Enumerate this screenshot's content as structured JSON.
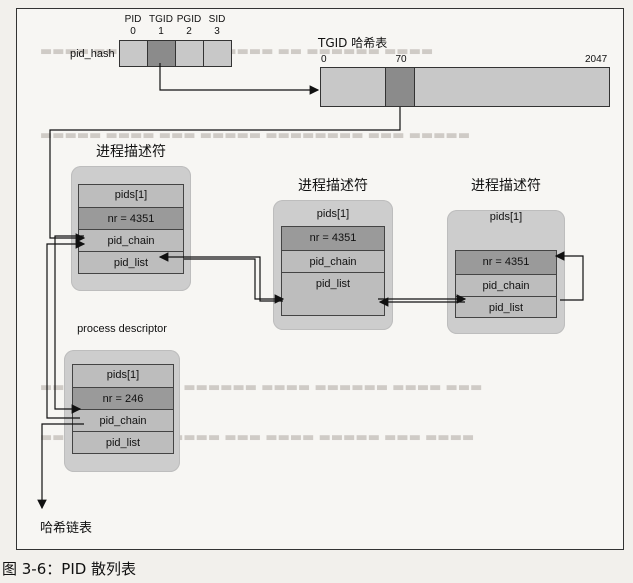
{
  "hash_array": {
    "name": "pid_hash",
    "column_labels": [
      "PID",
      "TGID",
      "PGID",
      "SID"
    ],
    "column_indices": [
      "0",
      "1",
      "2",
      "3"
    ]
  },
  "tgid_table": {
    "title": "TGID 哈希表",
    "index_start": "0",
    "index_mid": "70",
    "index_end": "2047"
  },
  "descriptors": [
    {
      "title": "进程描述符",
      "pids": "pids[1]",
      "nr": "nr = 4351",
      "chain": "pid_chain",
      "list": "pid_list"
    },
    {
      "title": "进程描述符",
      "pids": "pids[1]",
      "nr": "nr = 4351",
      "chain": "pid_chain",
      "list": "pid_list"
    },
    {
      "title": "进程描述符",
      "pids": "pids[1]",
      "nr": "nr = 4351",
      "chain": "pid_chain",
      "list": "pid_list"
    },
    {
      "title": "process descriptor",
      "pids": "pids[1]",
      "nr": "nr = 246",
      "chain": "pid_chain",
      "list": "pid_list"
    }
  ],
  "hash_chain_label": "哈希链表",
  "caption": "图 3-6：PID 散列表"
}
